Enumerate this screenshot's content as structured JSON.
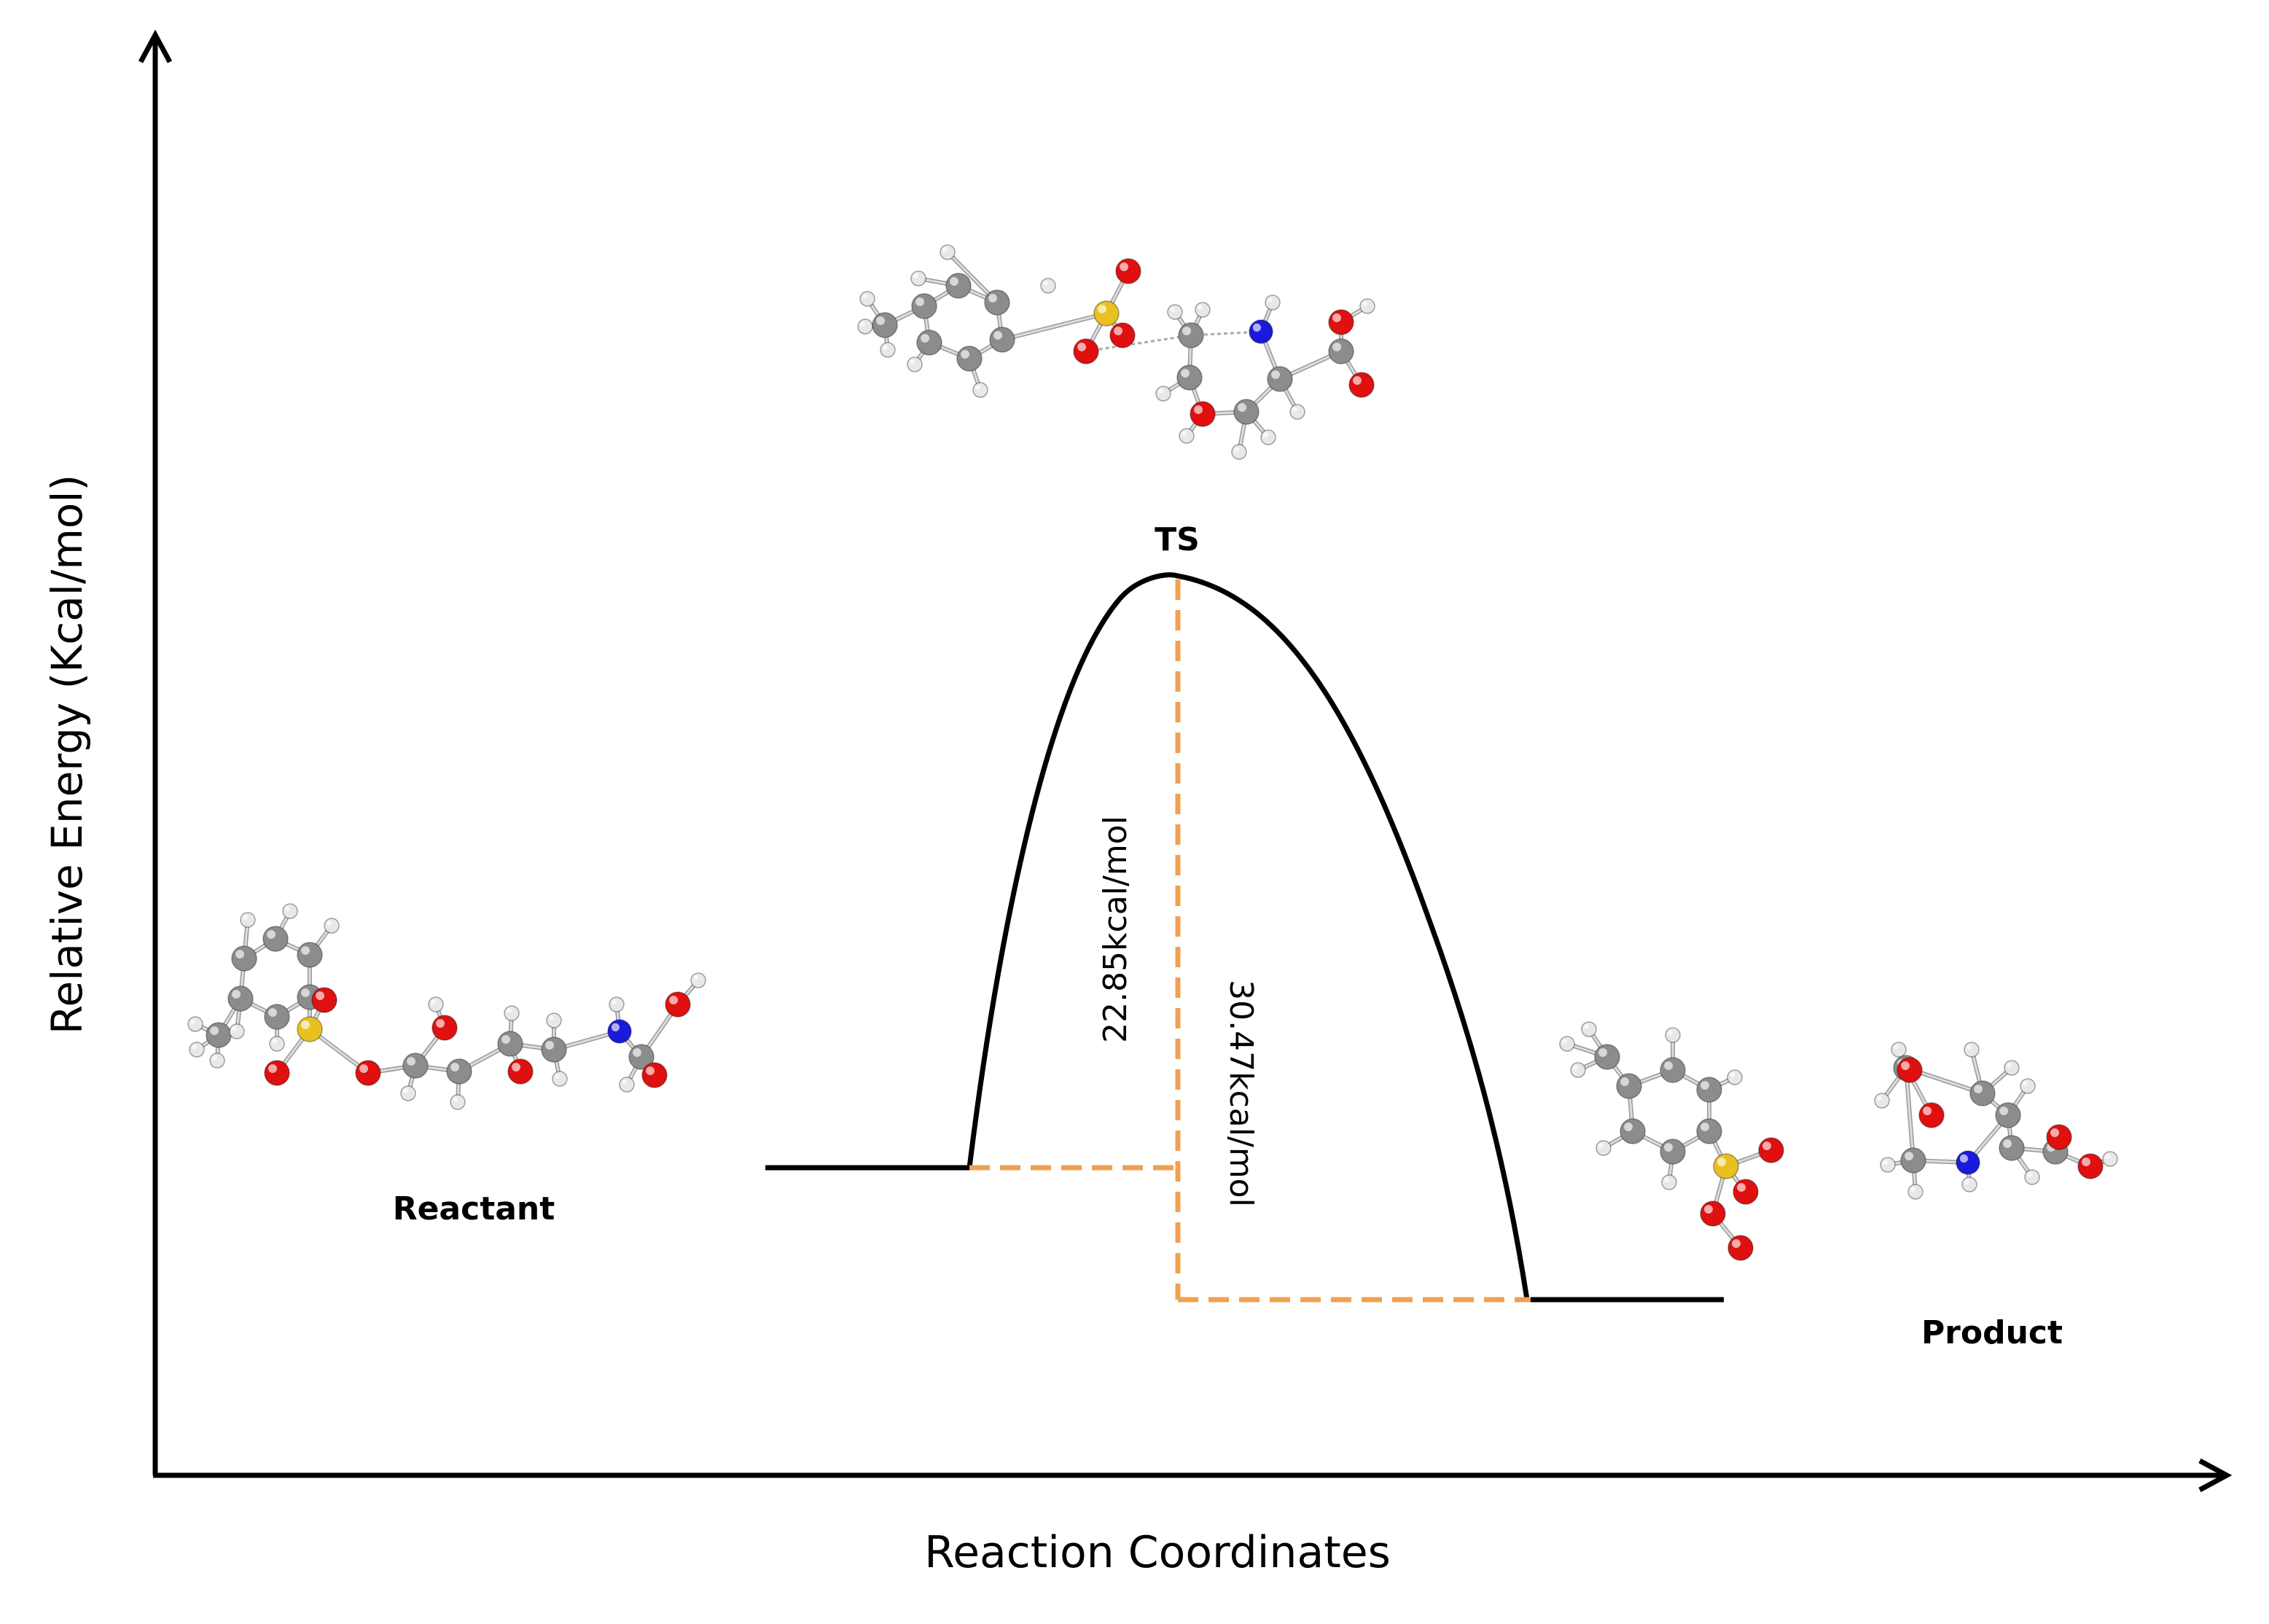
{
  "axes": {
    "y_label": "Relative Energy (Kcal/mol)",
    "x_label": "Reaction Coordinates"
  },
  "states": {
    "reactant": "Reactant",
    "ts": "TS",
    "product": "Product"
  },
  "barriers": {
    "forward": "22.85kcal/mol",
    "reverse": "30.47kcal/mol"
  },
  "colors": {
    "curve": "#000000",
    "dash": "#f0a050",
    "oxygen": "#e01010",
    "carbon": "#8c8c8c",
    "hydrogen": "#e8e8e8",
    "nitrogen": "#1a1adc",
    "sulfur": "#e8c020"
  }
}
